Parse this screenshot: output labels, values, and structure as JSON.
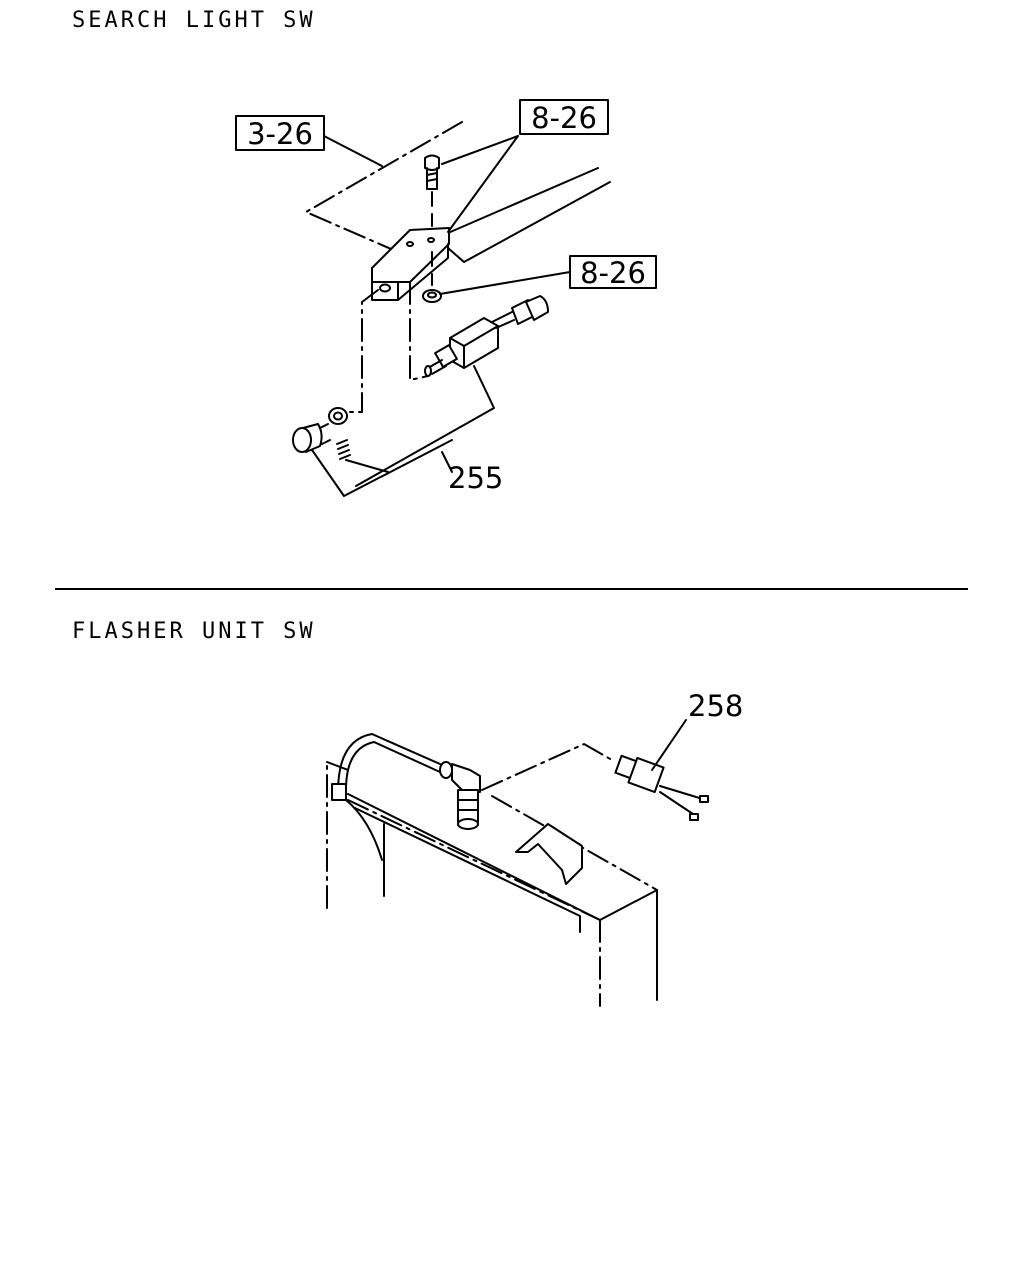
{
  "sections": [
    {
      "title": "SEARCH LIGHT SW",
      "refs": [
        "3-26",
        "8-26",
        "8-26"
      ],
      "part_numbers": [
        "255"
      ]
    },
    {
      "title": "FLASHER UNIT SW",
      "part_numbers": [
        "258"
      ]
    }
  ]
}
